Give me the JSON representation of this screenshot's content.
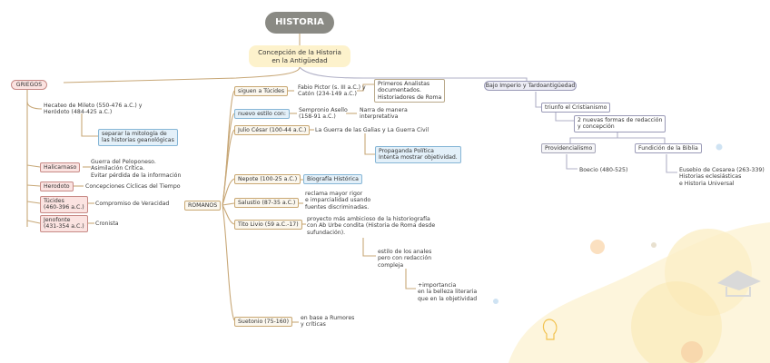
{
  "title": "HISTORIA",
  "concept": "Concepción de la Historia\nen la Antigüedad",
  "griegos": {
    "label": "GRIEGOS",
    "hecateo": "Hecateo de Mileto (550-476 a.C.) y\nHeródoto (484-425 a.C.)",
    "separar": "separar la mitología de\nlas historias geanológicas",
    "halicarnaso": "Halicarnaso",
    "halicarnaso_desc": "Guerra del Peloponeso.\nAsimilación Crítica.\nEvitar pérdida de la información",
    "herodoto": "Herodoto",
    "herodoto_desc": "Concepciones Cíclicas del Tiempo",
    "tucides": "Túcides\n(460-396 a.C.)",
    "tucides_desc": "Compromiso de Veracidad",
    "jenofonte": "Jenofonte\n(431-354 a.C.)",
    "jenofonte_desc": "Cronista"
  },
  "romanos": {
    "label": "ROMANOS",
    "siguen": "siguen a Túcides",
    "fabio": "Fabio Pictor (s. III a.C.) y\nCatón (234-149 a.C.)",
    "primeros": "Primeros Analistas\ndocumentados.\nHistoriadores de Roma",
    "nuevo": "nuevo estilo con:",
    "sempronio": "Sempronio Asello\n(158-91 a.C.)",
    "narra": "Narra de manera\ninterpretativa",
    "julio": "Julio César (100-44 a.C.)",
    "guerra": "La Guerra de las Galias y La Guerra Civil",
    "propaganda": "Propaganda Política\nIntenta mostrar objetividad.",
    "nepote": "Nepote (100-25 a.C.)",
    "biografia": "Biografía Histórica",
    "salustio": "Salustio (87-35 a.C.)",
    "reclama": "reclama mayor rigor\ne imparcialidad usando\nfuentes discriminadas.",
    "tito": "Tito Livio (59 a.C.-17)",
    "proyecto": "proyecto más ambicioso de la historiografía\ncon Ab Urbe condita (Historia de Roma desde\nsufundación).",
    "estilo": "estilo de los anales\npero con redacción\ncompleja",
    "importancia": "+importancia\nen la belleza literaria\nque en la objetividad",
    "suetonio": "Suetonio (75-160)",
    "rumores": "en base a Rumores\ny críticas"
  },
  "bajo": {
    "label": "Bajo Imperio y Tardoantigüedad",
    "triunfo": "triunfo el Cristianismo",
    "nuevas": "2 nuevas formas de redacción\ny concepción",
    "provid": "Providencialismo",
    "boecio": "Boecio (480-525)",
    "fundicion": "Fundición de la Biblia",
    "eusebio": "Eusebio de Cesarea (263-339)\nHistorias eclesiásticas\ne Historia Universal"
  },
  "colors": {
    "title": "#8a8a84",
    "concept": "#fdf2cc",
    "line": "#c8a878",
    "bajo_line": "#b1b1c7",
    "deco": "#fdf3d4"
  }
}
